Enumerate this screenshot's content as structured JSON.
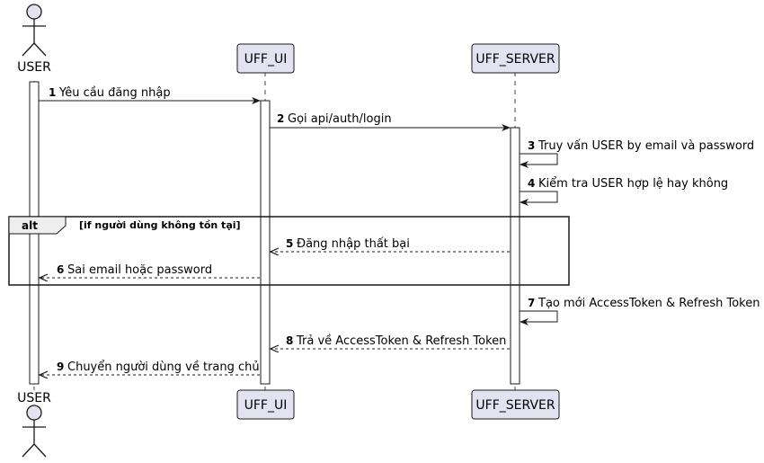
{
  "participants": {
    "user": {
      "label": "USER"
    },
    "ui": {
      "label": "UFF_UI"
    },
    "server": {
      "label": "UFF_SERVER"
    }
  },
  "messages": [
    {
      "num": "1",
      "text": "Yêu cầu đăng nhập"
    },
    {
      "num": "2",
      "text": "Gọi api/auth/login"
    },
    {
      "num": "3",
      "text": "Truy vấn USER by email và password"
    },
    {
      "num": "4",
      "text": "Kiểm tra USER hợp lệ hay không"
    },
    {
      "num": "5",
      "text": "Đăng nhập thất bại"
    },
    {
      "num": "6",
      "text": "Sai email hoặc password"
    },
    {
      "num": "7",
      "text": "Tạo mới AccessToken & Refresh Token"
    },
    {
      "num": "8",
      "text": "Trả về AccessToken & Refresh Token"
    },
    {
      "num": "9",
      "text": "Chuyển người dùng về trang chủ"
    }
  ],
  "alt": {
    "keyword": "alt",
    "condition": "[if người dùng không tồn tại]"
  },
  "colors": {
    "participant_fill": "#e2e2f0",
    "participant_stroke": "#181818",
    "lifeline": "#181818",
    "activation_fill": "#ffffff",
    "arrow": "#181818",
    "alt_header_fill": "#eeeeee"
  }
}
